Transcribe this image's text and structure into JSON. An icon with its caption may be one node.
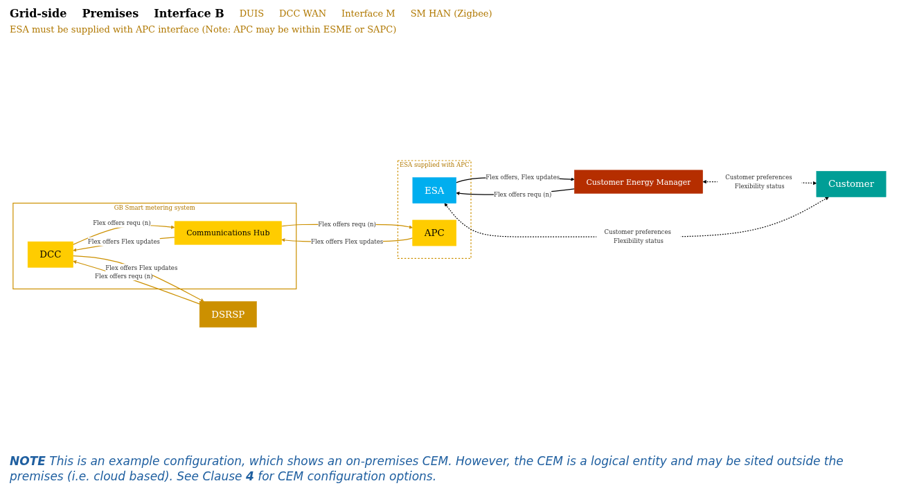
{
  "diagram": {
    "caption": "**NOTE** This is an example configuration, which shows an on-premises CEM. However, the CEM is a logical entity and may be sited outside the premises (i.e. cloud based). See Clause **4** for CEM configuration options.",
    "nodes": [
      {
        "text": [
          "GB Smart metering system"
        ]
      },
      {
        "text": [
          "DSRSP"
        ]
      },
      {
        "text": [
          "DCC"
        ],
        "in": 0
      },
      {
        "text": [
          "Communications Hub"
        ],
        "in": 0
      },
      {
        "text": [
          "ESA supplied with APC"
        ]
      },
      {
        "text": [
          "ESA"
        ],
        "in": 4
      },
      {
        "text": [
          "APC"
        ],
        "in": 4
      },
      {
        "text": [
          "Customer"
        ]
      },
      {
        "text": [
          "Customer Energy Manager"
        ]
      }
    ],
    "edges": [
      {
        "from": 2,
        "to": 1,
        "arrow": "to",
        "label": "Flex offers Flex updates"
      },
      {
        "from": 1,
        "to": 2,
        "arrow": "to",
        "label": "Flex offers requ (n)"
      },
      {
        "from": 2,
        "to": 3,
        "arrow": "to",
        "label": "Flex offers requ (n)"
      },
      {
        "from": 3,
        "to": 2,
        "arrow": "to",
        "label": "Flex offers Flex updates"
      },
      {
        "from": 3,
        "to": 6,
        "arrow": "to",
        "label": "Flex offers requ (n)"
      },
      {
        "from": 6,
        "to": 3,
        "arrow": "to",
        "label": "Flex offers Flex updates"
      },
      {
        "from": 8,
        "to": 7,
        "arrow": "both",
        "style": "dashed",
        "color": "#000000",
        "label": "Customer preferences Flexibility status"
      },
      {
        "from": 7,
        "to": 5,
        "arrow": "both",
        "style": "dashed",
        "color": "#000000",
        "label": "Customer preferences Flexibility status"
      },
      {
        "from": 8,
        "to": 5,
        "arrow": "to",
        "color": "#000000",
        "label": "Flex offers requ (n)"
      },
      {
        "from": 5,
        "to": 8,
        "arrow": "to",
        "color": "#000000",
        "label": "Flex offers, Flex updates"
      }
    ],
    "labels": [
      "Grid-side",
      "Premises",
      "Interface B",
      "DUIS",
      "DCC WAN",
      "Interface M",
      "SM HAN (Zigbee)",
      "ESA must be supplied with APC interface (Note: APC may be within ESME or SAPC)"
    ]
  }
}
